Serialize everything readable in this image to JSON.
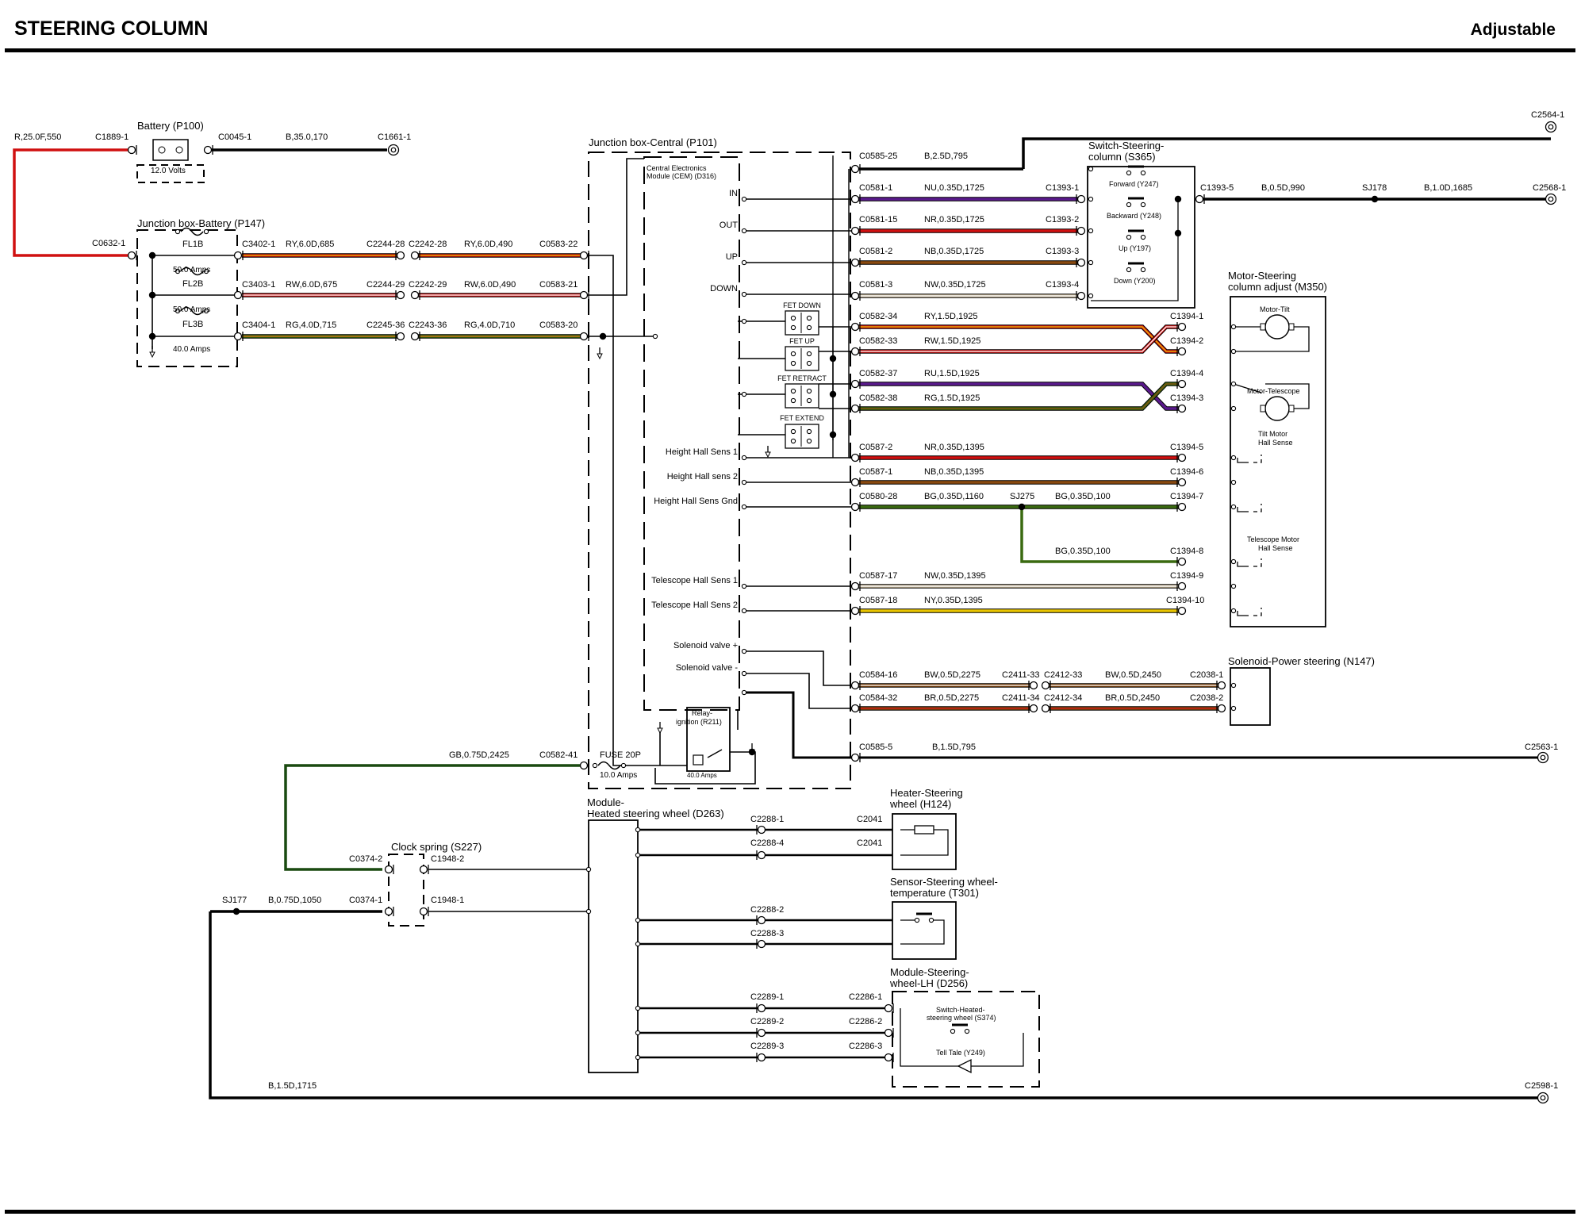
{
  "header": {
    "title": "STEERING COLUMN",
    "variant": "Adjustable"
  },
  "colors": {
    "red": "#d01010",
    "black": "#000000",
    "yellow": "#e8c400",
    "white": "#ffffff",
    "purple": "#5a1a8c",
    "green": "#3a6a10",
    "brown": "#8a4a10",
    "orange": "#e07818",
    "dark_green": "#1a4a10"
  },
  "components": {
    "battery": {
      "name": "Battery (P100)",
      "rating": "12.0 Volts"
    },
    "jbb": {
      "name": "Junction box-Battery (P147)",
      "fuses": [
        {
          "id": "FL1B",
          "rating": "50.0 Amps"
        },
        {
          "id": "FL2B",
          "rating": "50.0 Amps"
        },
        {
          "id": "FL3B",
          "rating": "40.0 Amps"
        }
      ]
    },
    "jbc": {
      "name": "Junction box-Central (P101)"
    },
    "cem": {
      "name_1": "Central Electronics",
      "name_2": "Module (CEM) (D316)",
      "pins": [
        "IN",
        "OUT",
        "UP",
        "DOWN",
        "Height Hall Sens 1",
        "Height Hall sens 2",
        "Height Hall Sens Gnd",
        "Telescope Hall Sens 1",
        "Telescope Hall Sens 2",
        "Solenoid valve +",
        "Solenoid valve -"
      ],
      "fets": [
        "FET DOWN",
        "FET UP",
        "FET RETRACT",
        "FET EXTEND"
      ]
    },
    "relay": {
      "name_1": "Relay-",
      "name_2": "ignition (R211)",
      "rating": "40.0 Amps"
    },
    "fuse20p": {
      "id": "FUSE 20P",
      "rating": "10.0 Amps"
    },
    "switch_col": {
      "name_1": "Switch-Steering-",
      "name_2": "column (S365)",
      "contacts": [
        "Forward (Y247)",
        "Backward (Y248)",
        "Up (Y197)",
        "Down (Y200)"
      ]
    },
    "motor": {
      "name_1": "Motor-Steering",
      "name_2": "column adjust (M350)",
      "tilt": "Motor-Tilt",
      "telescope": "Motor-Telescope",
      "tilt_hall_1": "Tilt Motor",
      "tilt_hall_2": "Hall Sense",
      "tele_hall_1": "Telescope Motor",
      "tele_hall_2": "Hall Sense"
    },
    "solenoid": {
      "name": "Solenoid-Power steering (N147)"
    },
    "heated_mod": {
      "name_1": "Module-",
      "name_2": "Heated steering wheel (D263)"
    },
    "clock_spring": {
      "name": "Clock spring (S227)"
    },
    "heater": {
      "name_1": "Heater-Steering",
      "name_2": "wheel (H124)"
    },
    "sensor": {
      "name_1": "Sensor-Steering wheel-",
      "name_2": "temperature (T301)"
    },
    "swlh": {
      "name_1": "Module-Steering-",
      "name_2": "wheel-LH (D256)",
      "switch_1": "Switch-Heated-",
      "switch_2": "steering wheel (S374)",
      "telltale": "Tell Tale (Y249)"
    }
  },
  "labels": {
    "bat_feed": "R,25.0F,550",
    "c1889": "C1889-1",
    "c0045": "C0045-1",
    "bat_cable": "B,35.0,170",
    "c1661": "C1661-1",
    "c0632": "C0632-1",
    "c3402": "C3402-1",
    "w_ry6": "RY,6.0D,685",
    "c2244_28": "C2244-28",
    "c2242_28": "C2242-28",
    "w_ry6b": "RY,6.0D,490",
    "c0583_22": "C0583-22",
    "c3403": "C3403-1",
    "w_rw6": "RW,6.0D,675",
    "c2244_29": "C2244-29",
    "c2242_29": "C2242-29",
    "w_rw6b": "RW,6.0D,490",
    "c0583_21": "C0583-21",
    "c3404": "C3404-1",
    "w_rg4": "RG,4.0D,715",
    "c2245_36": "C2245-36",
    "c2243_36": "C2243-36",
    "w_rg4b": "RG,4.0D,710",
    "c0583_20": "C0583-20",
    "c0585_25": "C0585-25",
    "w_b25": "B,2.5D,795",
    "c2564": "C2564-1",
    "c0581_1": "C0581-1",
    "w_nu": "NU,0.35D,1725",
    "c1393_1": "C1393-1",
    "c0581_15": "C0581-15",
    "w_nr": "NR,0.35D,1725",
    "c1393_2": "C1393-2",
    "c0581_2": "C0581-2",
    "w_nb": "NB,0.35D,1725",
    "c1393_3": "C1393-3",
    "c0581_3": "C0581-3",
    "w_nw": "NW,0.35D,1725",
    "c1393_4": "C1393-4",
    "c1393_5": "C1393-5",
    "w_b05": "B,0.5D,990",
    "sj178": "SJ178",
    "w_b10": "B,1.0D,1685",
    "c2568": "C2568-1",
    "c0582_34": "C0582-34",
    "w_ry15": "RY,1.5D,1925",
    "c1394_1": "C1394-1",
    "c0582_33": "C0582-33",
    "w_rw15": "RW,1.5D,1925",
    "c1394_2": "C1394-2",
    "c0582_37": "C0582-37",
    "w_ru15": "RU,1.5D,1925",
    "c1394_4": "C1394-4",
    "c0582_38": "C0582-38",
    "w_rg15": "RG,1.5D,1925",
    "c1394_3": "C1394-3",
    "c0587_2": "C0587-2",
    "w_nr1395": "NR,0.35D,1395",
    "c1394_5": "C1394-5",
    "c0587_1": "C0587-1",
    "w_nb1395": "NB,0.35D,1395",
    "c1394_6": "C1394-6",
    "c0580_28": "C0580-28",
    "w_bg1160": "BG,0.35D,1160",
    "sj275": "SJ275",
    "w_bg100": "BG,0.35D,100",
    "c1394_7": "C1394-7",
    "w_bg100b": "BG,0.35D,100",
    "c1394_8": "C1394-8",
    "c0587_17": "C0587-17",
    "w_nw1395": "NW,0.35D,1395",
    "c1394_9": "C1394-9",
    "c0587_18": "C0587-18",
    "w_ny1395": "NY,0.35D,1395",
    "c1394_10": "C1394-10",
    "c0584_16": "C0584-16",
    "w_bw05": "BW,0.5D,2275",
    "c2411_33": "C2411-33",
    "c2412_33": "C2412-33",
    "w_bw05b": "BW,0.5D,2450",
    "c2038_1": "C2038-1",
    "c0584_32": "C0584-32",
    "w_br05": "BR,0.5D,2275",
    "c2411_34": "C2411-34",
    "c2412_34": "C2412-34",
    "w_br05b": "BR,0.5D,2450",
    "c2038_2": "C2038-2",
    "c0585_5": "C0585-5",
    "w_b15": "B,1.5D,795",
    "c2563": "C2563-1",
    "w_gb": "GB,0.75D,2425",
    "c0582_41": "C0582-41",
    "c2288_1": "C2288-1",
    "c2041a": "C2041",
    "c2288_4": "C2288-4",
    "c2041b": "C2041",
    "c0374_2": "C0374-2",
    "c1948_2": "C1948-2",
    "sj177": "SJ177",
    "w_b075": "B,0.75D,1050",
    "c0374_1": "C0374-1",
    "c1948_1": "C1948-1",
    "c2288_2": "C2288-2",
    "c2288_3": "C2288-3",
    "c2289_1": "C2289-1",
    "c2286_1": "C2286-1",
    "c2289_2": "C2289-2",
    "c2286_2": "C2286-2",
    "c2289_3": "C2289-3",
    "c2286_3": "C2286-3",
    "w_b15b": "B,1.5D,1715",
    "c2598": "C2598-1"
  }
}
